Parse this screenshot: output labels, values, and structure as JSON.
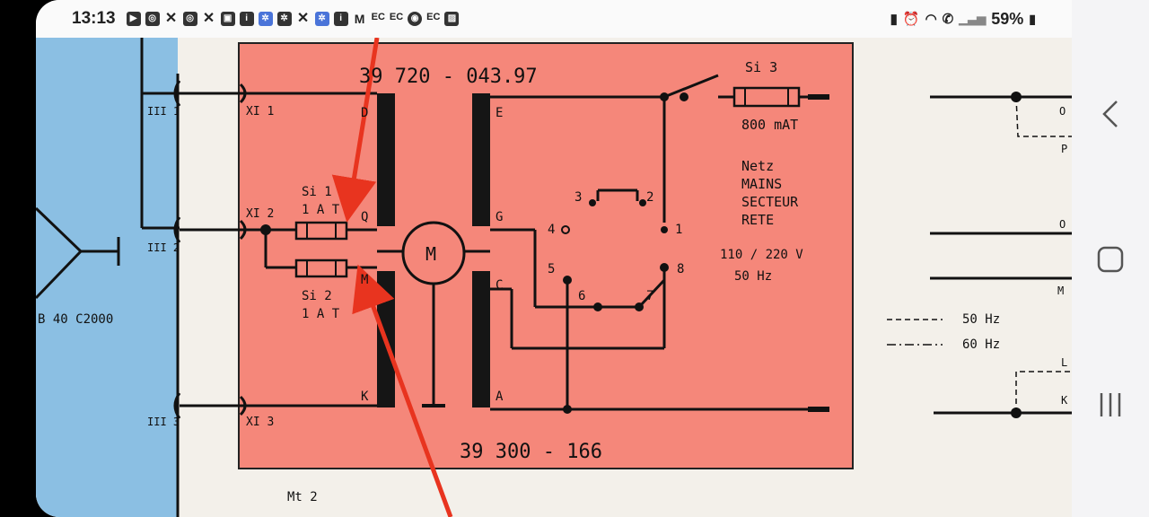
{
  "status": {
    "time": "13:13",
    "notif_icons": [
      "youtube",
      "instagram",
      "x",
      "instagram",
      "x",
      "bus",
      "info",
      "pinwheel",
      "pinwheel",
      "x",
      "pinwheel",
      "info",
      "gmail",
      "ec",
      "ec",
      "chrome",
      "ec",
      "image"
    ],
    "ec_label": "EC",
    "battery": "59%"
  },
  "diagram": {
    "part_top": "39 720 - 043.97",
    "part_bottom": "39 300 - 166",
    "connectors": [
      "XI 1",
      "XI 2",
      "XI 3"
    ],
    "pins_left": [
      "III 1",
      "III 2",
      "III 3"
    ],
    "fuse1": {
      "name": "Si 1",
      "rating": "1 A T"
    },
    "fuse2": {
      "name": "Si 2",
      "rating": "1 A T"
    },
    "fuse3": {
      "name": "Si 3",
      "rating": "800 mAT"
    },
    "motor": "M",
    "terminals": [
      "D",
      "Q",
      "M",
      "K",
      "E",
      "G",
      "C",
      "A"
    ],
    "switch_nums": [
      "3",
      "2",
      "4",
      "1",
      "5",
      "8",
      "6",
      "7"
    ],
    "mains_text": [
      "Netz",
      "MAINS",
      "SECTEUR",
      "RETE"
    ],
    "voltage": "110 / 220 V",
    "frequency": "50 Hz",
    "left_label": "B 40 C2000",
    "bottom_label": "Mt 2",
    "legend": [
      {
        "label": "50 Hz"
      },
      {
        "label": "60 Hz"
      }
    ],
    "right_letters": [
      "O",
      "P",
      "O",
      "M",
      "L",
      "K"
    ]
  },
  "colors": {
    "blue_panel": "#8bbfe3",
    "red_panel": "#f5877a",
    "arrow": "#e8341f"
  },
  "nav": {
    "back": "chevron-left-icon",
    "home": "square-icon",
    "recent": "bars-icon"
  }
}
